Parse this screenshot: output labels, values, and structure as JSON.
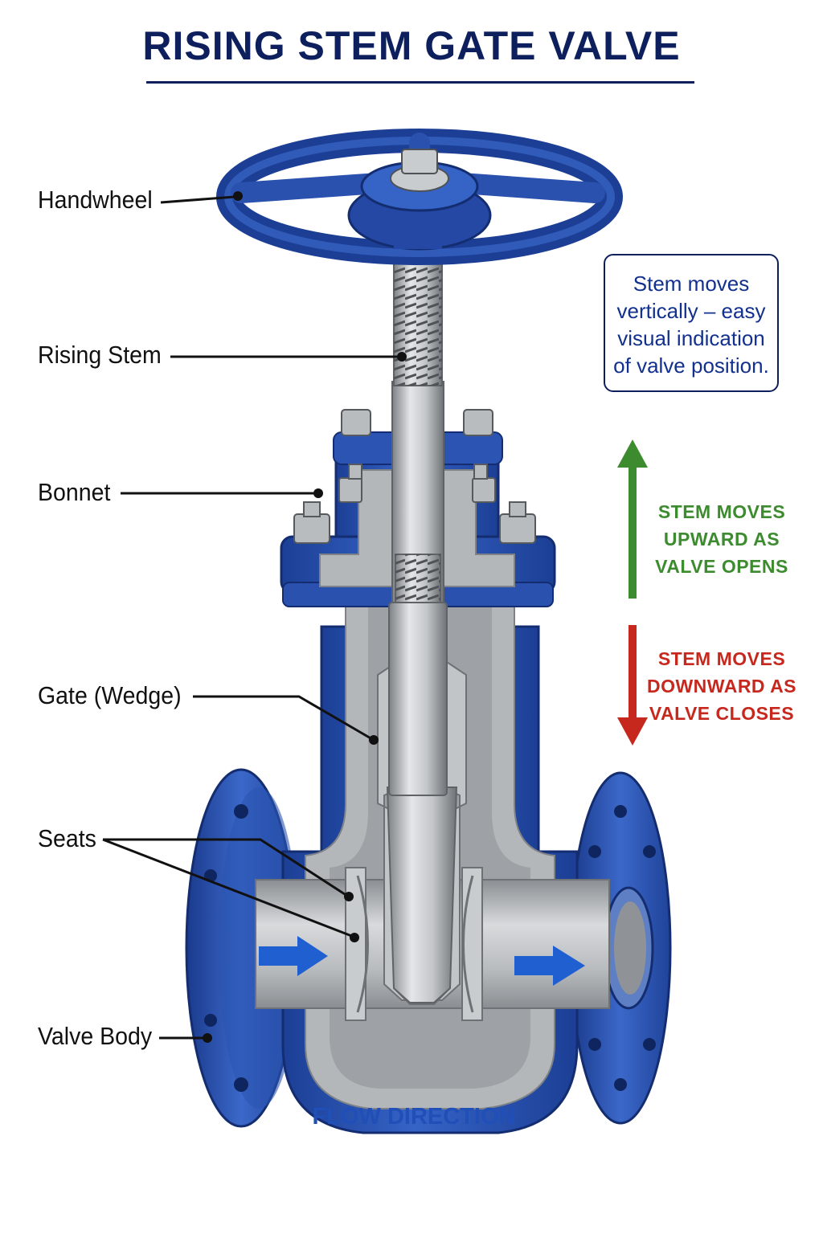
{
  "title": "RISING STEM GATE VALVE",
  "labels": {
    "handwheel": "Handwheel",
    "rising_stem": "Rising Stem",
    "bonnet": "Bonnet",
    "gate": "Gate (Wedge)",
    "seats": "Seats",
    "valve_body": "Valve Body"
  },
  "info_box": {
    "lines": [
      "Stem moves",
      "vertically – easy",
      "visual indication",
      "of valve position."
    ]
  },
  "open_note": {
    "lines": [
      "STEM MOVES",
      "UPWARD AS",
      "VALVE OPENS"
    ]
  },
  "close_note": {
    "lines": [
      "STEM MOVES",
      "DOWNWARD AS",
      "VALVE CLOSES"
    ]
  },
  "flow_label": "FLOW DIRECTION",
  "colors": {
    "title": "#0e1f5e",
    "valve_blue": "#2f56b5",
    "steel": "#b9bcbf",
    "open_green": "#3d8b2f",
    "close_red": "#c7281e",
    "flow_blue": "#1f4fb7"
  }
}
